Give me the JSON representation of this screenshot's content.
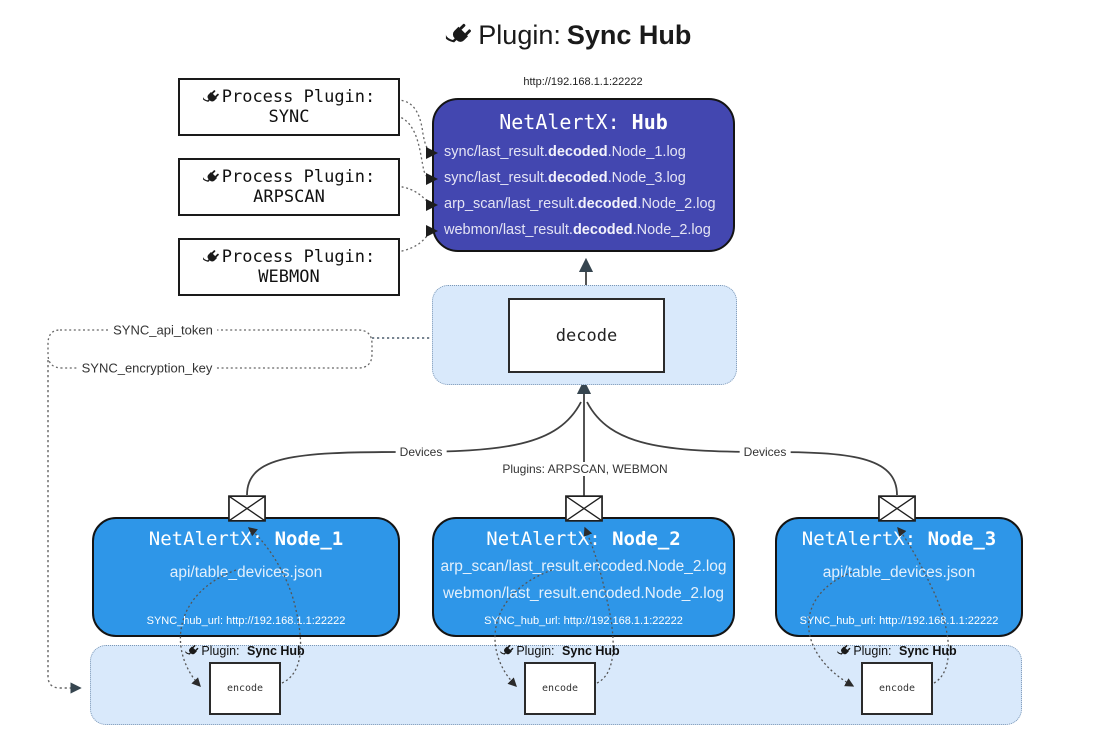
{
  "title": {
    "prefix": "Plugin:",
    "name": "Sync Hub"
  },
  "hub": {
    "url_label": "http://192.168.1.1:22222",
    "name_prefix": "NetAlertX: ",
    "name": "Hub",
    "logs": [
      {
        "pre": "sync/last_result.",
        "bold": "decoded",
        "post": ".Node_1.log"
      },
      {
        "pre": "sync/last_result.",
        "bold": "decoded",
        "post": ".Node_3.log"
      },
      {
        "pre": "arp_scan/last_result.",
        "bold": "decoded",
        "post": ".Node_2.log"
      },
      {
        "pre": "webmon/last_result.",
        "bold": "decoded",
        "post": ".Node_2.log"
      }
    ]
  },
  "process_plugins": [
    {
      "label": "Process Plugin:",
      "name": "SYNC"
    },
    {
      "label": "Process Plugin:",
      "name": "ARPSCAN"
    },
    {
      "label": "Process Plugin:",
      "name": "WEBMON"
    }
  ],
  "decode": {
    "label": "decode"
  },
  "settings": {
    "api_token": "SYNC_api_token",
    "encryption_key": "SYNC_encryption_key"
  },
  "edge_labels": {
    "devices_left": "Devices",
    "devices_right": "Devices",
    "plugins_center": "Plugins: ARPSCAN, WEBMON"
  },
  "nodes": [
    {
      "name_prefix": "NetAlertX: ",
      "name": "Node_1",
      "files": [
        "api/table_devices.json"
      ],
      "hub_url": "SYNC_hub_url: http://192.168.1.1:22222"
    },
    {
      "name_prefix": "NetAlertX: ",
      "name": "Node_2",
      "files": [
        "arp_scan/last_result.encoded.Node_2.log",
        "webmon/last_result.encoded.Node_2.log"
      ],
      "hub_url": "SYNC_hub_url: http://192.168.1.1:22222"
    },
    {
      "name_prefix": "NetAlertX: ",
      "name": "Node_3",
      "files": [
        "api/table_devices.json"
      ],
      "hub_url": "SYNC_hub_url: http://192.168.1.1:22222"
    }
  ],
  "encoders": [
    {
      "plugin_label": "Plugin:",
      "plugin_name": "Sync Hub",
      "box_label": "encode"
    },
    {
      "plugin_label": "Plugin:",
      "plugin_name": "Sync Hub",
      "box_label": "encode"
    },
    {
      "plugin_label": "Plugin:",
      "plugin_name": "Sync Hub",
      "box_label": "encode"
    }
  ],
  "colors": {
    "hub_fill": "#4347b0",
    "node_fill": "#2e96e8",
    "container_fill": "#d9e9fb",
    "border": "#141414"
  }
}
